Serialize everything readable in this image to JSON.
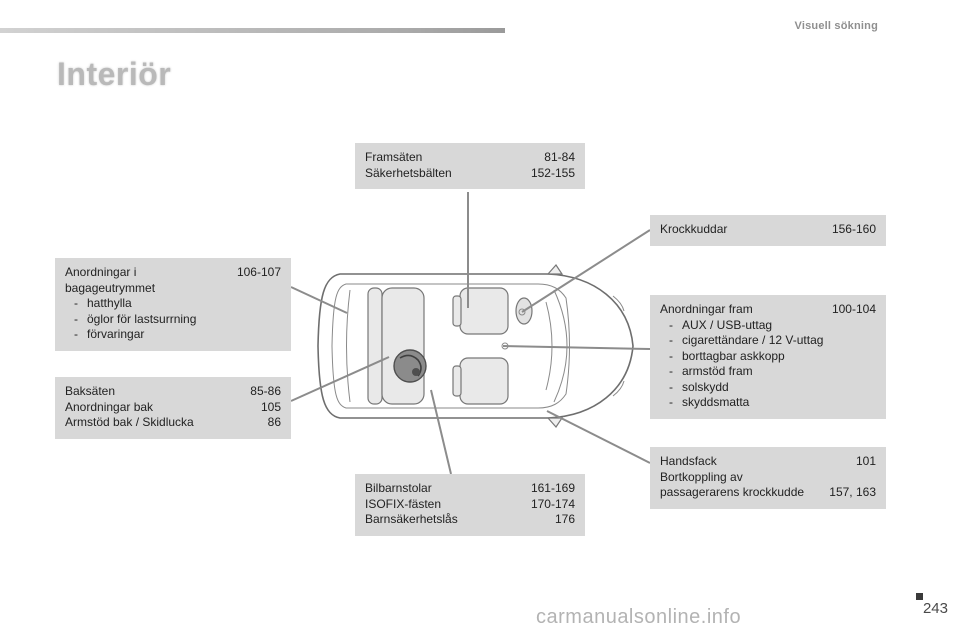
{
  "header": {
    "section_label": "Visuell sökning"
  },
  "title": "Interiör",
  "callouts": {
    "framsaten": {
      "rows": [
        {
          "label": "Framsäten",
          "pages": "81-84"
        },
        {
          "label": "Säkerhetsbälten",
          "pages": "152-155"
        }
      ]
    },
    "krockkuddar": {
      "rows": [
        {
          "label": "Krockkuddar",
          "pages": "156-160"
        }
      ]
    },
    "bagageutrymmet": {
      "rows": [
        {
          "label": "Anordningar i bagageutrymmet",
          "pages": "106-107"
        }
      ],
      "bullets": [
        "hatthylla",
        "öglor för lastsurrning",
        "förvaringar"
      ]
    },
    "anordningar_fram": {
      "rows": [
        {
          "label": "Anordningar fram",
          "pages": "100-104"
        }
      ],
      "bullets": [
        "AUX / USB-uttag",
        "cigarettändare / 12 V-uttag",
        "borttagbar askkopp",
        "armstöd fram",
        "solskydd",
        "skyddsmatta"
      ]
    },
    "baksaten": {
      "rows": [
        {
          "label": "Baksäten",
          "pages": "85-86"
        },
        {
          "label": "Anordningar bak",
          "pages": "105"
        },
        {
          "label": "Armstöd bak / Skidlucka",
          "pages": "86"
        }
      ]
    },
    "handsfack": {
      "rows": [
        {
          "label": "Handsfack",
          "pages": "101"
        },
        {
          "label": "Bortkoppling av passagerarens krockkudde",
          "pages": "157, 163"
        }
      ]
    },
    "bilbarnstolar": {
      "rows": [
        {
          "label": "Bilbarnstolar",
          "pages": "161-169"
        },
        {
          "label": "ISOFIX-fästen",
          "pages": "170-174"
        },
        {
          "label": "Barnsäkerhetslås",
          "pages": "176"
        }
      ]
    }
  },
  "footer": {
    "page_number": "243",
    "watermark": "carmanualsonline.info"
  }
}
